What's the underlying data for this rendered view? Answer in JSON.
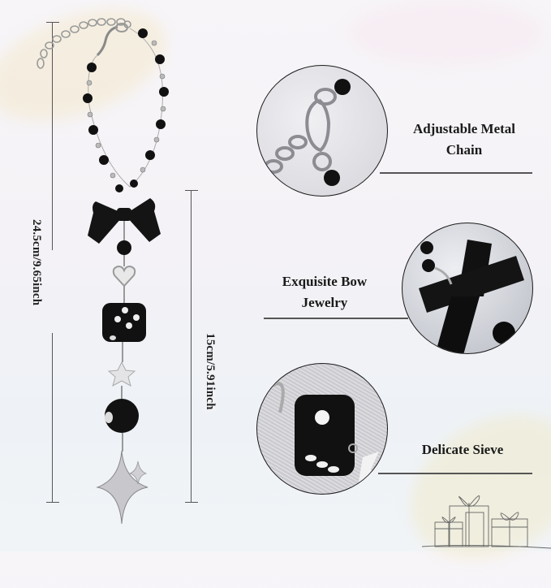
{
  "product": {
    "name": "Black bow dice charm chain",
    "parts": [
      "lobster clasp with extender chain",
      "black crystal bead chain",
      "black bow",
      "black bead",
      "heart charm",
      "black dice",
      "white star",
      "black 8-ball",
      "silver four-point star"
    ]
  },
  "dimensions": {
    "total_length": "24.5cm/9.65inch",
    "pendant_length": "15cm/5.91inch"
  },
  "features": [
    {
      "label_line1": "Adjustable Metal",
      "label_line2": "Chain",
      "image": "clasp-closeup"
    },
    {
      "label_line1": "Exquisite Bow",
      "label_line2": "Jewelry",
      "image": "bow-closeup"
    },
    {
      "label_line1": "Delicate Sieve",
      "label_line2": "",
      "image": "dice-closeup"
    }
  ],
  "decoration": {
    "icon": "gift-boxes-line-art"
  },
  "colors": {
    "background": "#f4f2f6",
    "text": "#1a1a1a",
    "line": "#555555",
    "accent_wash": "#f3e3b8"
  }
}
